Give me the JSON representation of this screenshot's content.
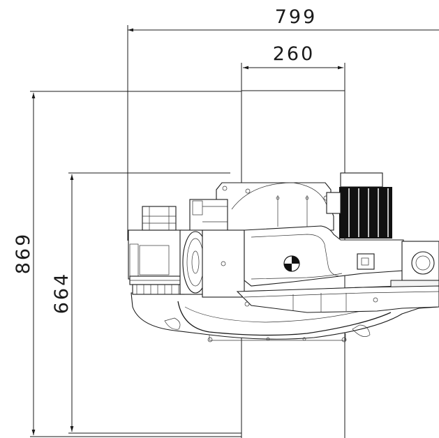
{
  "dimensions": {
    "overall_width": "799",
    "base_width": "260",
    "overall_height": "869",
    "inner_height": "664"
  },
  "colors": {
    "line": "#1a1a1a",
    "background": "#ffffff",
    "motor_fill": "#111111"
  },
  "icons": {
    "center_of_gravity": "center-of-gravity-symbol"
  }
}
